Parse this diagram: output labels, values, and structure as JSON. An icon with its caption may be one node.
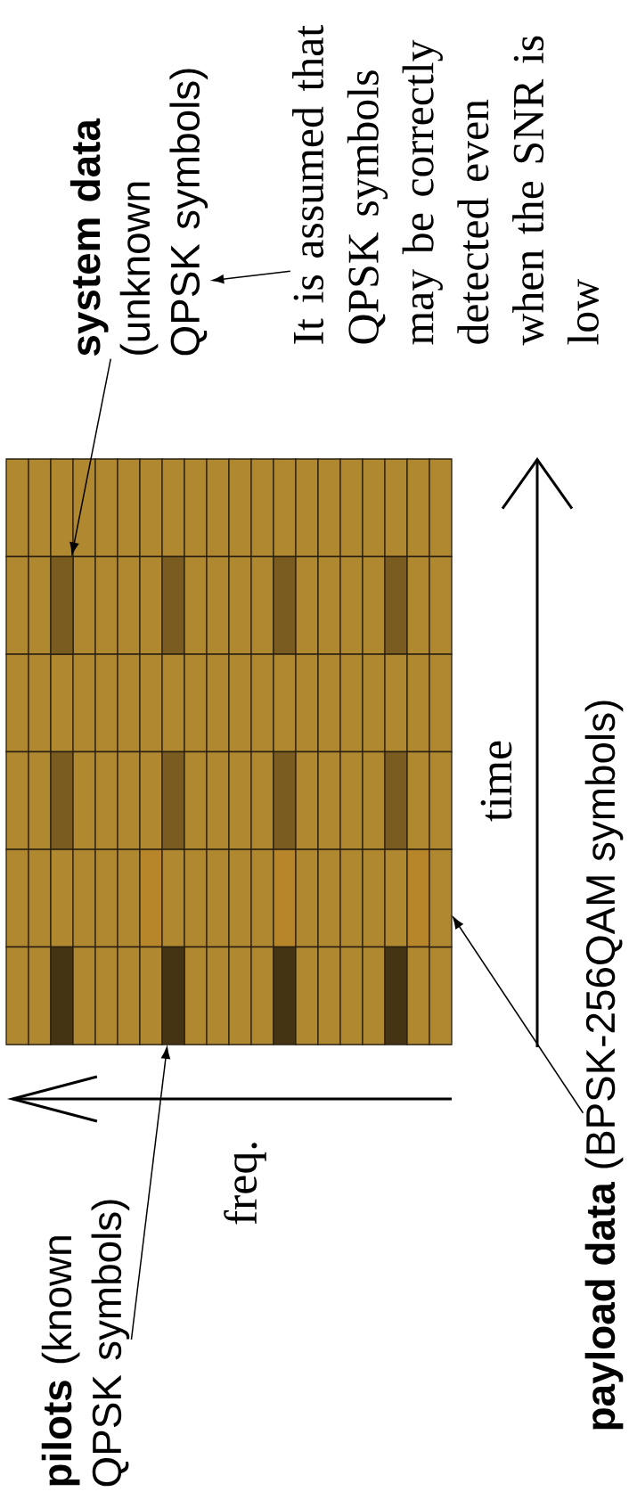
{
  "diagram": {
    "nodes": [
      {
        "text": [
          "**system data** (unknown QPSK symbols)"
        ]
      },
      {
        "text": [
          "It is assumed that QPSK symbols may be correctly detected even when the SNR is low"
        ]
      },
      {
        "text": [],
        "shape": "box"
      },
      {
        "text": [
          "**pilots** (known QPSK symbols)"
        ]
      },
      {
        "text": [],
        "shape": "box"
      },
      {
        "text": [
          "**payload data** (BPSK-256QAM symbols)"
        ]
      },
      {
        "text": [],
        "shape": "box"
      }
    ],
    "edges": [
      {
        "from": 1,
        "to": 0,
        "arrow": "to"
      },
      {
        "from": 0,
        "to": 2,
        "arrow": "to"
      },
      {
        "from": 3,
        "to": 4,
        "arrow": "to"
      },
      {
        "from": 5,
        "to": 6,
        "arrow": "to"
      }
    ],
    "labels": [
      "time",
      "freq."
    ]
  }
}
